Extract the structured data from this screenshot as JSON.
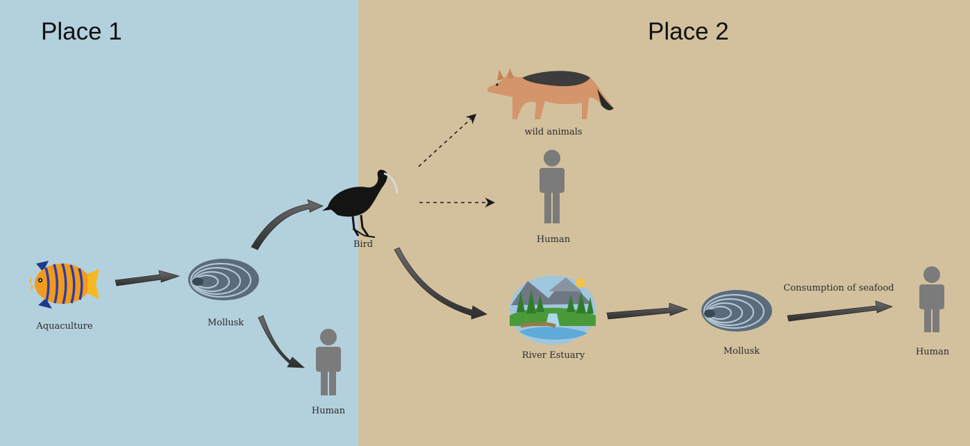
{
  "panels": {
    "left": {
      "title": "Place 1",
      "color": "#b3d0dd"
    },
    "right": {
      "title": "Place 2",
      "color": "#d3c19e"
    }
  },
  "nodes": {
    "aquaculture": {
      "label": "Aquaculture",
      "icon": "angelfish-icon"
    },
    "mollusk_1": {
      "label": "Mollusk",
      "icon": "mollusk-shell-icon"
    },
    "human_1": {
      "label": "Human",
      "icon": "human-figure-icon"
    },
    "bird": {
      "label": "Bird",
      "icon": "ibis-bird-icon"
    },
    "wild_animals": {
      "label": "wild animals",
      "icon": "jackal-icon"
    },
    "human_2": {
      "label": "Human",
      "icon": "human-figure-icon"
    },
    "river_estuary": {
      "label": "River Estuary",
      "icon": "river-landscape-icon"
    },
    "mollusk_2": {
      "label": "Mollusk",
      "icon": "mollusk-shell-icon"
    },
    "human_3": {
      "label": "Human",
      "icon": "human-figure-icon"
    }
  },
  "edge_labels": {
    "consumption": "Consumption of seafood"
  },
  "edges": [
    {
      "from": "aquaculture",
      "to": "mollusk_1",
      "style": "solid"
    },
    {
      "from": "mollusk_1",
      "to": "bird",
      "style": "solid"
    },
    {
      "from": "mollusk_1",
      "to": "human_1",
      "style": "solid"
    },
    {
      "from": "bird",
      "to": "wild_animals",
      "style": "dashed"
    },
    {
      "from": "bird",
      "to": "human_2",
      "style": "dashed"
    },
    {
      "from": "bird",
      "to": "river_estuary",
      "style": "solid"
    },
    {
      "from": "river_estuary",
      "to": "mollusk_2",
      "style": "solid"
    },
    {
      "from": "mollusk_2",
      "to": "human_3",
      "style": "solid"
    }
  ],
  "colors": {
    "arrow": "#4a4a4a",
    "human": "#7b7b7b",
    "shell": "#5d6f7f",
    "bird": "#141414"
  }
}
